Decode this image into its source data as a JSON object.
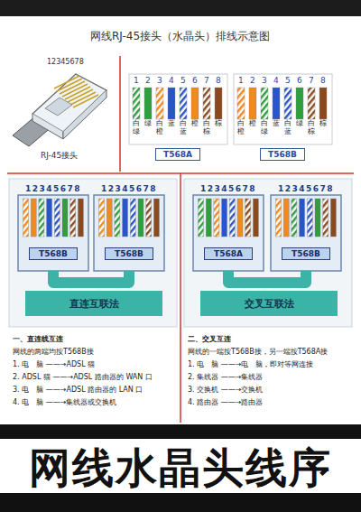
{
  "diagram": {
    "title": "网线RJ-45接头（水晶头）排线示意图",
    "nodes": [
      {
        "text": [
          "T568A"
        ]
      },
      {
        "text": [
          "T568B"
        ]
      },
      {
        "text": [
          "12345678",
          "T568B"
        ]
      },
      {
        "text": [
          "12345678",
          "T568B"
        ]
      },
      {
        "text": [
          "直连互联法"
        ]
      },
      {
        "text": [
          "12345678",
          "T568A"
        ]
      },
      {
        "text": [
          "12345678",
          "T568B"
        ]
      },
      {
        "text": [
          "交叉互联法"
        ]
      }
    ],
    "edges": [
      {
        "from": 2,
        "to": 3,
        "arrow": "none"
      },
      {
        "from": 5,
        "to": 6,
        "arrow": "none"
      }
    ],
    "labels": [
      "12345678",
      "RJ-45接头",
      "1",
      "2",
      "3",
      "4",
      "5",
      "6",
      "7",
      "8",
      "白绿",
      "绿",
      "白橙",
      "蓝",
      "白蓝",
      "橙",
      "白棕",
      "棕",
      "1",
      "2",
      "3",
      "4",
      "5",
      "6",
      "7",
      "8",
      "白橙",
      "橙",
      "白绿",
      "蓝",
      "白蓝",
      "绿",
      "白棕",
      "棕",
      "一、直连线互连",
      "网线的两端均按T568B接",
      "1. 电　脑 ——→ADSL 猫",
      "2. ADSL 猫 ——→ADSL 路由器的 WAN 口",
      "3. 电　脑 ——→ADSL 路由器的 LAN 口",
      "4. 电　脑 ——→集线器或交换机",
      "二、交叉互连",
      "网线的一端按T568B接，另一端按T568A接",
      "1. 电　脑 ——→电　脑，即对等网连接",
      "2. 集线器 ——→集线器",
      "3. 交换机 ——→交换机",
      "4. 路由器 ——→路由器",
      "网线水晶头线序"
    ]
  }
}
